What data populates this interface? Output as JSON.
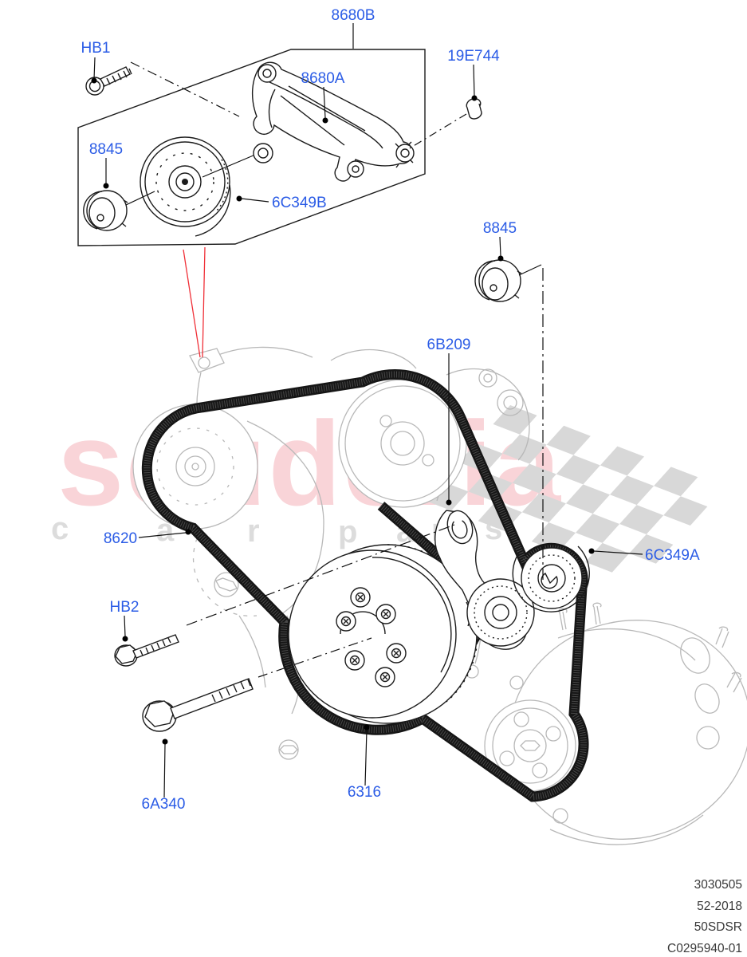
{
  "diagram_title": "Pulleys and drive belt exploded parts diagram",
  "labels": {
    "kit_8680B": "8680B",
    "bolt_HB1": "HB1",
    "plug_19E744": "19E744",
    "bracket_8680A": "8680A",
    "cap_8845_left": "8845",
    "idler_6C349B": "6C349B",
    "cap_8845_right": "8845",
    "tensioner_6B209": "6B209",
    "belt_8620": "8620",
    "idler_6C349A": "6C349A",
    "bolt_HB2": "HB2",
    "bolt_6A340": "6A340",
    "crank_pulley_6316": "6316"
  },
  "watermark": {
    "title": "scuderia",
    "subtitle_letters": [
      "c",
      "a",
      "r",
      "p",
      "a",
      "r",
      "t",
      "s"
    ]
  },
  "footer": {
    "lines": [
      "3030505",
      "52-2018",
      "50SDSR",
      "C0295940-01"
    ]
  },
  "colors": {
    "callout_blue": "#2b5ce6",
    "leader_black": "#111111",
    "red_locator_line": "#f03038",
    "engine_gray": "#b8b8b8",
    "part_black": "#1c1c1c",
    "watermark_pink": "#f9d4d8",
    "watermark_gray": "#dcdcdc",
    "flag_gray": "#d8d8d8",
    "footer_text": "#3a3a3a"
  }
}
